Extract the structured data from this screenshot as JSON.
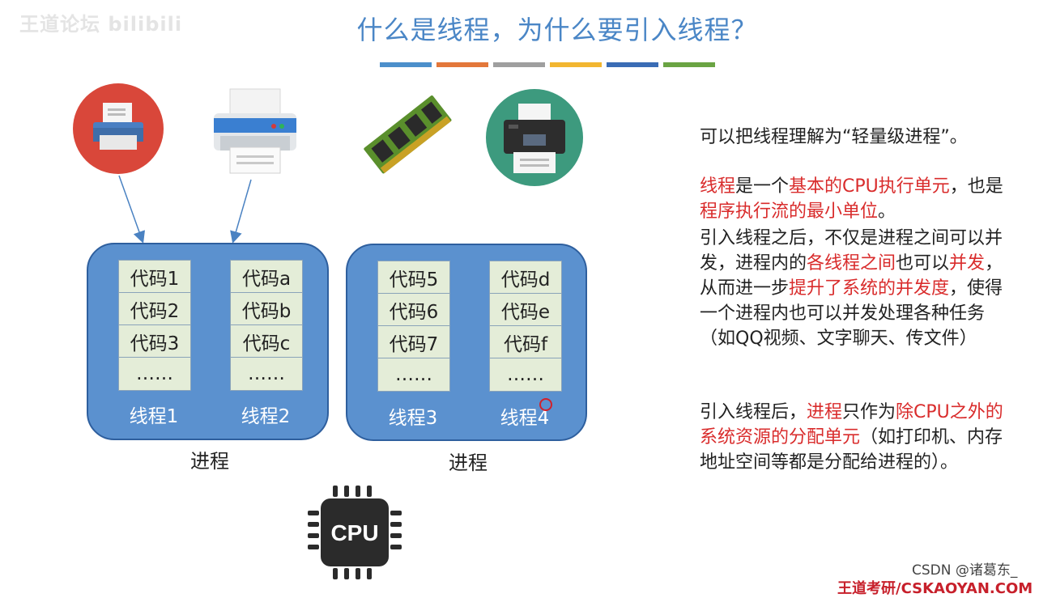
{
  "watermark_top_left": "王道论坛 bilibili",
  "title": "什么是线程，为什么要引入线程？",
  "accent_colors": [
    "#4c8fcb",
    "#e3773a",
    "#9f9f9f",
    "#f2b630",
    "#3a6cb5",
    "#6aa443"
  ],
  "icons": [
    "printer-red-circle-icon",
    "printer-icon",
    "memory-stick-icon",
    "printer-teal-circle-icon",
    "cpu-icon"
  ],
  "processes": [
    {
      "label": "进程",
      "threads": [
        {
          "codes": [
            "代码1",
            "代码2",
            "代码3",
            "……"
          ],
          "label": "线程1"
        },
        {
          "codes": [
            "代码a",
            "代码b",
            "代码c",
            "……"
          ],
          "label": "线程2"
        }
      ]
    },
    {
      "label": "进程",
      "threads": [
        {
          "codes": [
            "代码5",
            "代码6",
            "代码7",
            "……"
          ],
          "label": "线程3"
        },
        {
          "codes": [
            "代码d",
            "代码e",
            "代码f",
            "……"
          ],
          "label": "线程4"
        }
      ]
    }
  ],
  "cpu_label": "CPU",
  "paragraphs": {
    "p1": "可以把线程理解为“轻量级进程”。",
    "p2": [
      {
        "t": "线程",
        "red": true
      },
      {
        "t": "是一个",
        "red": false
      },
      {
        "t": "基本的CPU执行单元",
        "red": true
      },
      {
        "t": "，也是",
        "red": false
      },
      {
        "t": "程序执行流的最小单位",
        "red": true
      },
      {
        "t": "。",
        "red": false
      }
    ],
    "p3": [
      {
        "t": "引入线程之后，不仅是进程之间可以并发，进程内的",
        "red": false
      },
      {
        "t": "各线程之间",
        "red": true
      },
      {
        "t": "也可以",
        "red": false
      },
      {
        "t": "并发",
        "red": true
      },
      {
        "t": "，从而进一步",
        "red": false
      },
      {
        "t": "提升了系统的并发度",
        "red": true
      },
      {
        "t": "，使得一个进程内也可以并发处理各种任务（如QQ视频、文字聊天、传文件）",
        "red": false
      }
    ],
    "p4": [
      {
        "t": "引入线程后，",
        "red": false
      },
      {
        "t": "进程",
        "red": true
      },
      {
        "t": "只作为",
        "red": false
      },
      {
        "t": "除CPU之外的系统资源的分配单元",
        "red": true
      },
      {
        "t": "（如打印机、内存地址空间等都是分配给进程的）。",
        "red": false
      }
    ]
  },
  "footer_csdn": "CSDN @诸葛东_",
  "footer_watermark": "王道考研/CSKAOYAN.COM"
}
